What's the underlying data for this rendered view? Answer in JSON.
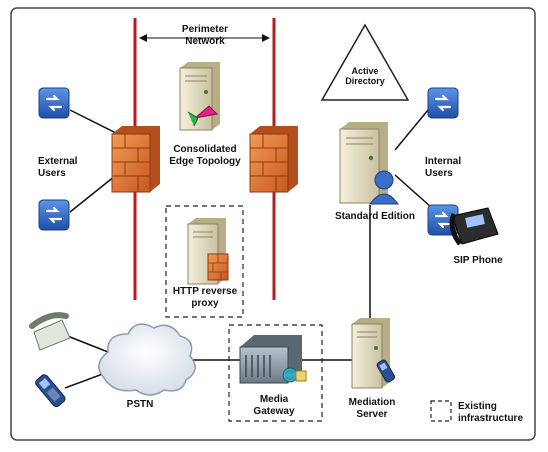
{
  "labels": {
    "perimeter_network": "Perimeter Network",
    "active_directory": "Active Directory",
    "external_users": "External Users",
    "consolidated_edge": "Consolidated Edge Topology",
    "internal_users": "Internal Users",
    "standard_edition": "Standard Edition",
    "sip_phone": "SIP Phone",
    "http_reverse_proxy": "HTTP reverse proxy",
    "pstn": "PSTN",
    "media_gateway": "Media Gateway",
    "mediation_server": "Mediation Server",
    "legend_existing": "Existing infrastructure"
  },
  "icons": [
    "user-icon",
    "firewall-icon",
    "server-icon",
    "phone-icon",
    "cloud-icon",
    "gateway-icon"
  ],
  "colors": {
    "perimeter_line": "#b71c1c",
    "firewall": "#e07a35",
    "client_icon": "#2d69c6",
    "server": "#d9d2b5"
  }
}
